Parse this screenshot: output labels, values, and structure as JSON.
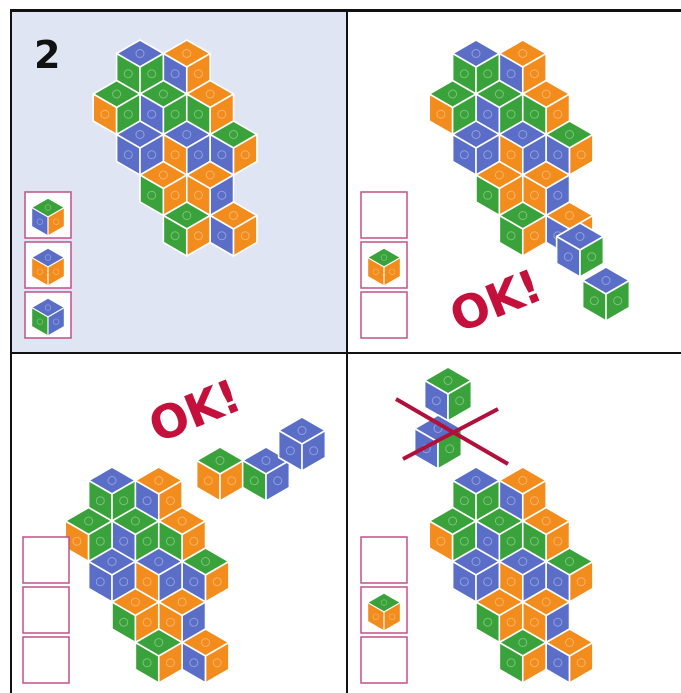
{
  "panel_1": {
    "number": "2",
    "slots": [
      "green-top-cube",
      "orange-blue-cube",
      "green-blue-cube"
    ]
  },
  "panel_2": {
    "status_text": "OK!",
    "slots": [
      "empty",
      "orange-cube",
      "empty"
    ]
  },
  "panel_3": {
    "status_text": "OK!",
    "slots": [
      "empty",
      "empty",
      "empty"
    ]
  },
  "panel_4": {
    "rejected_piece": "crossed-out",
    "slots": [
      "empty",
      "orange-cube",
      "empty"
    ]
  },
  "colors": {
    "orange": "#f28c1c",
    "green": "#3aa23a",
    "blue": "#5a6ec8",
    "slot_border": "#c0508a",
    "ok_red": "#c4103a",
    "panel_1_bg": "#dfe5f3"
  }
}
